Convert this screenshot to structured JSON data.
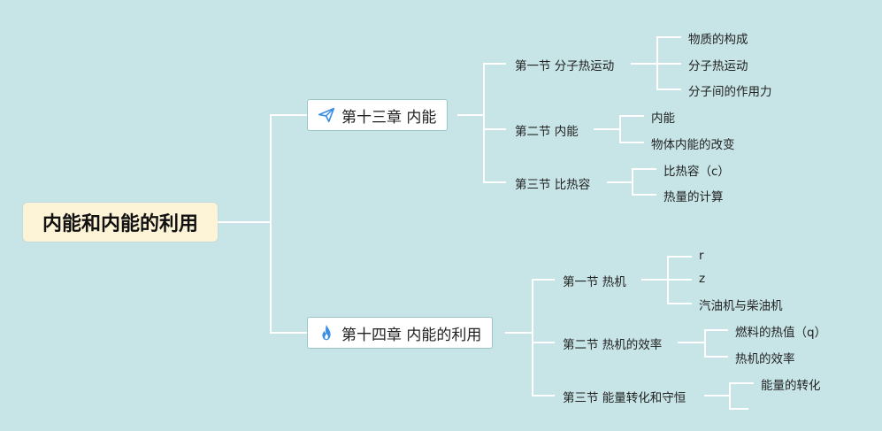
{
  "root": {
    "label": "内能和内能的利用"
  },
  "chapters": [
    {
      "label": "第十三章 内能",
      "icon": "paper-plane-icon",
      "sections": [
        {
          "label": "第一节 分子热运动",
          "items": [
            "物质的构成",
            "分子热运动",
            "分子间的作用力"
          ]
        },
        {
          "label": "第二节 内能",
          "items": [
            "内能",
            "物体内能的改变"
          ]
        },
        {
          "label": "第三节 比热容",
          "items": [
            "比热容（c）",
            "热量的计算"
          ]
        }
      ]
    },
    {
      "label": "第十四章 内能的利用",
      "icon": "flame-icon",
      "sections": [
        {
          "label": "第一节 热机",
          "items": [
            "r",
            "z",
            "汽油机与柴油机"
          ]
        },
        {
          "label": "第二节 热机的效率",
          "items": [
            "燃料的热值（q）",
            "热机的效率"
          ]
        },
        {
          "label": "第三节 能量转化和守恒",
          "items": [
            "能量的转化",
            ""
          ]
        }
      ]
    }
  ],
  "colors": {
    "background": "#c7e4e6",
    "line": "#ffffff",
    "root_fill": "#fdf3d6",
    "icon_blue": "#3a8ee6"
  }
}
